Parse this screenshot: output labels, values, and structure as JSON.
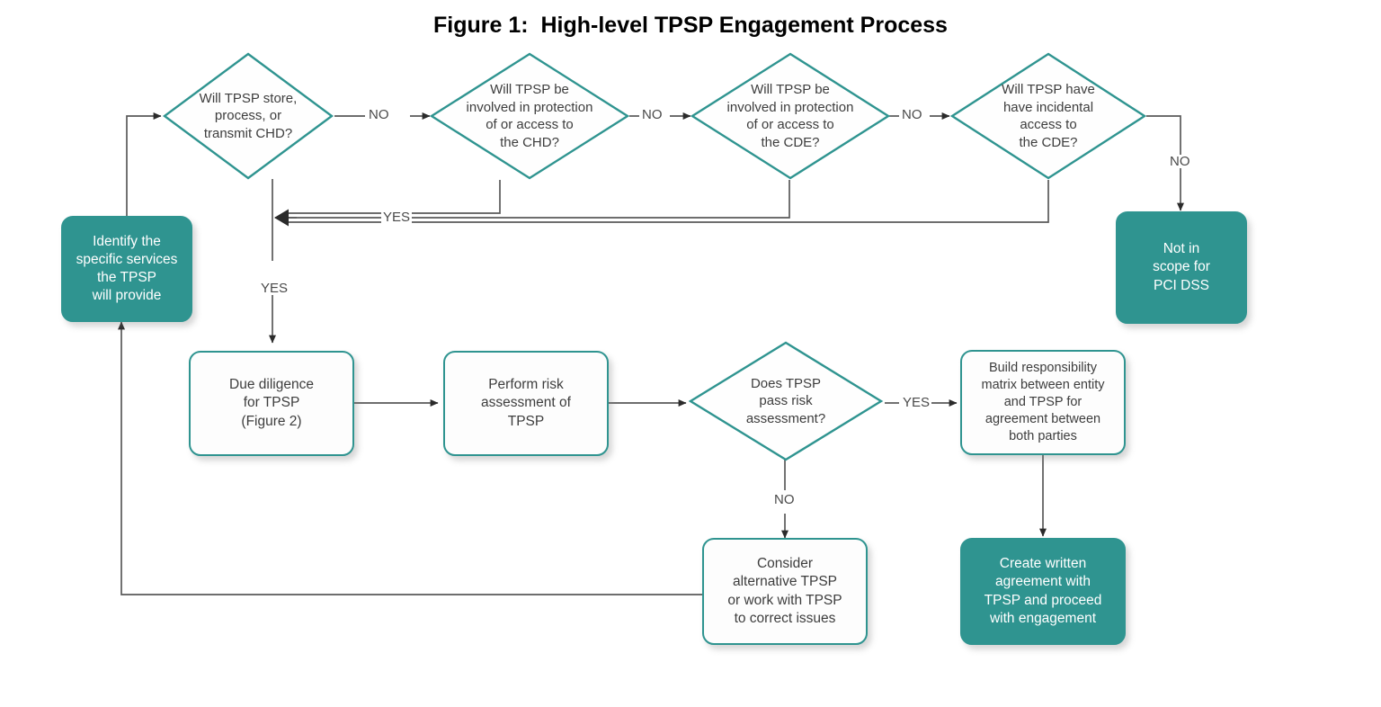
{
  "title": "Figure 1:  High-level TPSP Engagement Process",
  "colors": {
    "teal": "#2f9490",
    "teal_fill": "#2f9490",
    "box_text": "#3d3d3d",
    "term_text": "#ffffff",
    "line": "#5a5a5a",
    "background": "#ffffff"
  },
  "nodes": {
    "identify_services": {
      "shape": "terminator",
      "label": "Identify the\nspecific services\nthe TPSP\nwill provide"
    },
    "decision_store_process": {
      "shape": "decision",
      "label": "Will TPSP store,\nprocess, or\ntransmit CHD?"
    },
    "decision_protect_chd": {
      "shape": "decision",
      "label": "Will TPSP be\ninvolved in protection\nof or access to\nthe CHD?"
    },
    "decision_protect_cde": {
      "shape": "decision",
      "label": "Will TPSP be\ninvolved in protection\nof or access to\nthe CDE?"
    },
    "decision_incidental_cde": {
      "shape": "decision",
      "label": "Will TPSP have\nhave incidental\naccess to\nthe CDE?"
    },
    "not_in_scope": {
      "shape": "terminator",
      "label": "Not in\nscope for\nPCI DSS"
    },
    "due_diligence": {
      "shape": "process",
      "label": "Due diligence\nfor TPSP\n(Figure 2)"
    },
    "risk_assessment": {
      "shape": "process",
      "label": "Perform risk\nassessment of\nTPSP"
    },
    "decision_pass_risk": {
      "shape": "decision",
      "label": "Does TPSP\npass risk\nassessment?"
    },
    "responsibility_matrix": {
      "shape": "process",
      "label": "Build responsibility\nmatrix between entity\nand TPSP for\nagreement between\nboth parties"
    },
    "consider_alternative": {
      "shape": "process",
      "label": "Consider\nalternative TPSP\nor work with TPSP\nto correct issues"
    },
    "written_agreement": {
      "shape": "terminator",
      "label": "Create written\nagreement with\nTPSP and proceed\nwith engagement"
    }
  },
  "edge_labels": {
    "no_1": "NO",
    "no_2": "NO",
    "no_3": "NO",
    "no_right": "NO",
    "yes_merge": "YES",
    "yes_down": "YES",
    "yes_pass": "YES",
    "no_fail": "NO"
  }
}
